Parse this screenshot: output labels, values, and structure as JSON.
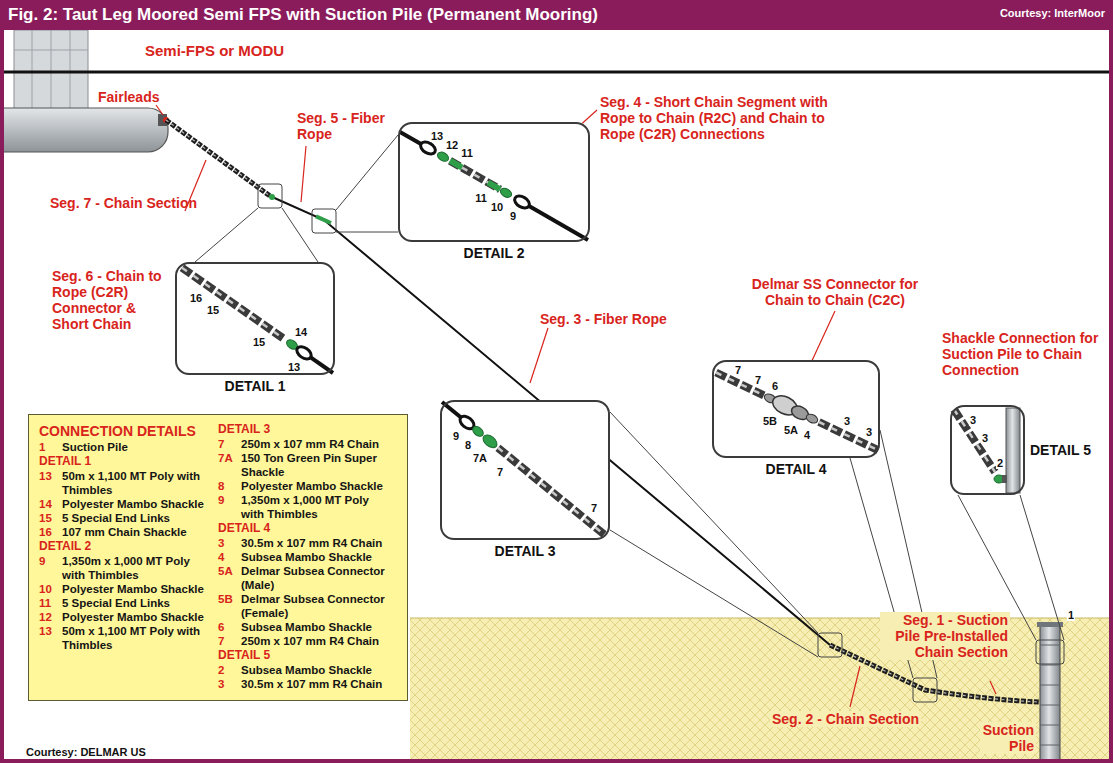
{
  "diagram": {
    "title": "Fig. 2: Taut Leg Moored Semi FPS with Suction Pile (Permanent Mooring)",
    "nodes": [
      {
        "text": [
          "DETAIL 1"
        ]
      },
      {
        "text": [
          "DETAIL 2"
        ]
      },
      {
        "text": [
          "DETAIL 3"
        ]
      },
      {
        "text": [
          "DETAIL 4"
        ]
      },
      {
        "text": [
          "DETAIL 5"
        ]
      },
      {
        "text": [
          "CONNECTION DETAILS",
          "1",
          "Suction Pile",
          "DETAIL 1",
          "13",
          "50m x 1,100 MT Poly with Thimbles",
          "14",
          "Polyester Mambo Shackle",
          "15",
          "5 Special End Links",
          "16",
          "107 mm Chain Shackle",
          "DETAIL 2",
          "9",
          "1,350m x 1,000 MT Poly with Thimbles",
          "10",
          "Polyester Mambo Shackle",
          "11",
          "5 Special End Links",
          "12",
          "Polyester Mambo Shackle",
          "13",
          "50m x 1,100 MT Poly with Thimbles",
          "DETAIL 3",
          "7",
          "250m x 107 mm R4 Chain",
          "7A",
          "150 Ton Green Pin Super Shackle",
          "8",
          "Polyester Mambo Shackle",
          "9",
          "1,350m x 1,000 MT Poly with Thimbles",
          "DETAIL 4",
          "3",
          "30.5m x 107 mm R4 Chain",
          "4",
          "Subsea Mambo Shackle",
          "5A",
          "Delmar Subsea Connector (Male)",
          "5B",
          "Delmar Subsea Connector (Female)",
          "6",
          "Subsea Mambo Shackle",
          "7",
          "250m x 107 mm R4 Chain",
          "DETAIL 5",
          "2",
          "Subsea Mambo Shackle",
          "3",
          "30.5m x 107 mm R4 Chain"
        ]
      }
    ],
    "labels": [
      "Courtesy: InterMoor",
      "Semi-FPS or MODU",
      "Fairleads",
      "Seg. 7 - Chain Section",
      "Seg. 5 - Fiber Rope",
      "Seg. 4 - Short Chain Segment with Rope to Chain (R2C) and Chain to Rope (C2R) Connections",
      "Seg. 6 - Chain to Rope (C2R) Connector & Short Chain",
      "Seg. 3 - Fiber Rope",
      "Delmar SS Connector for Chain to Chain (C2C)",
      "Shackle Connection for Suction Pile to Chain Connection",
      "Seg. 2 - Chain Section",
      "Seg. 1 - Suction Pile Pre-Installed Chain Section",
      "Suction Pile",
      "1",
      "16",
      "15",
      "15",
      "14",
      "13",
      "13",
      "12",
      "11",
      "11",
      "10",
      "9",
      "9",
      "8",
      "7A",
      "7",
      "7",
      "7",
      "7",
      "6",
      "5B",
      "5A",
      "4",
      "3",
      "3",
      "3",
      "3",
      "2",
      "Courtesy: DELMAR US"
    ]
  }
}
